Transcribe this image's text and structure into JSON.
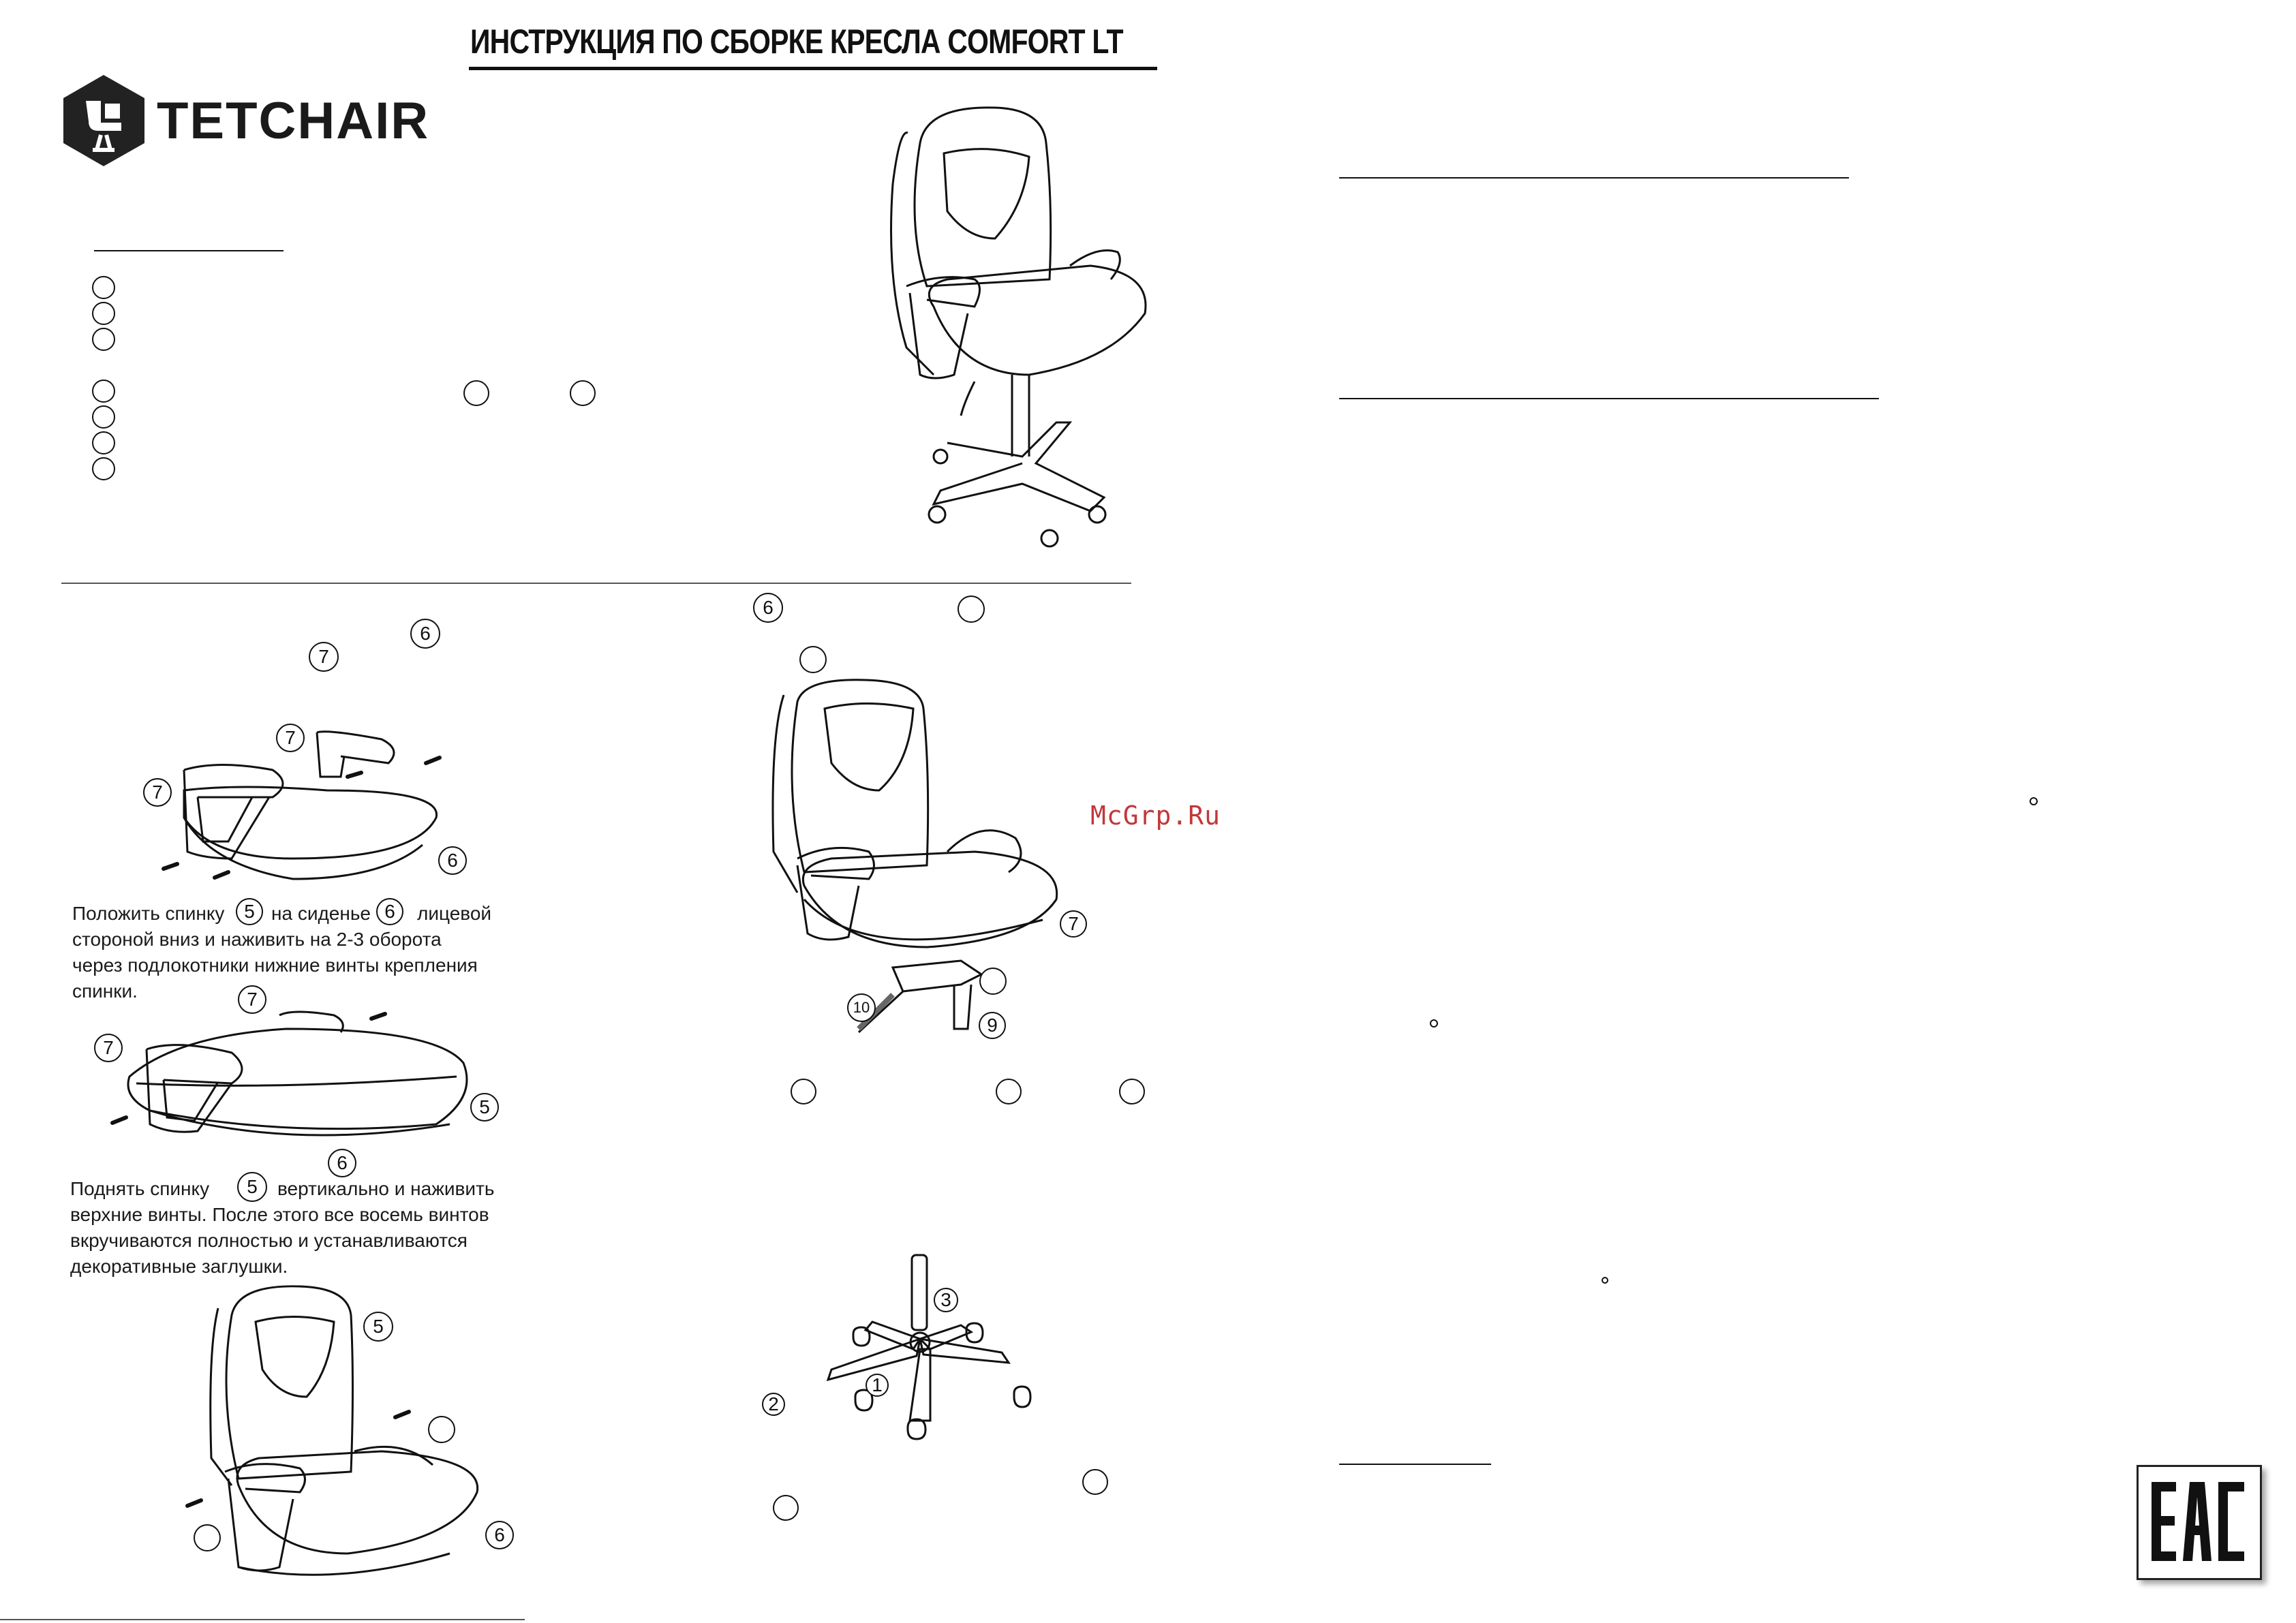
{
  "header": {
    "title": "ИНСТРУКЦИЯ ПО СБОРКЕ КРЕСЛА COMFORT LT",
    "brand": "TETCHAIR"
  },
  "steps": {
    "step_back_caption": [
      "Положить спинку",
      "на сиденье",
      "лицевой",
      "стороной вниз и наживить на 2-3 оборота",
      "через подлокотники нижние винты крепления",
      "спинки."
    ],
    "step_raise_caption": [
      "Поднять спинку",
      "вертикально и наживить",
      "верхние винты. После этого все восемь винтов",
      "вкручиваются полностью и устанавливаются",
      "декоративные заглушки."
    ]
  },
  "part_numbers": {
    "n1": "1",
    "n2": "2",
    "n3": "3",
    "n5": "5",
    "n6": "6",
    "n7": "7",
    "n9": "9",
    "n10": "10"
  },
  "watermark": "McGrp.Ru",
  "certification": "EAC"
}
